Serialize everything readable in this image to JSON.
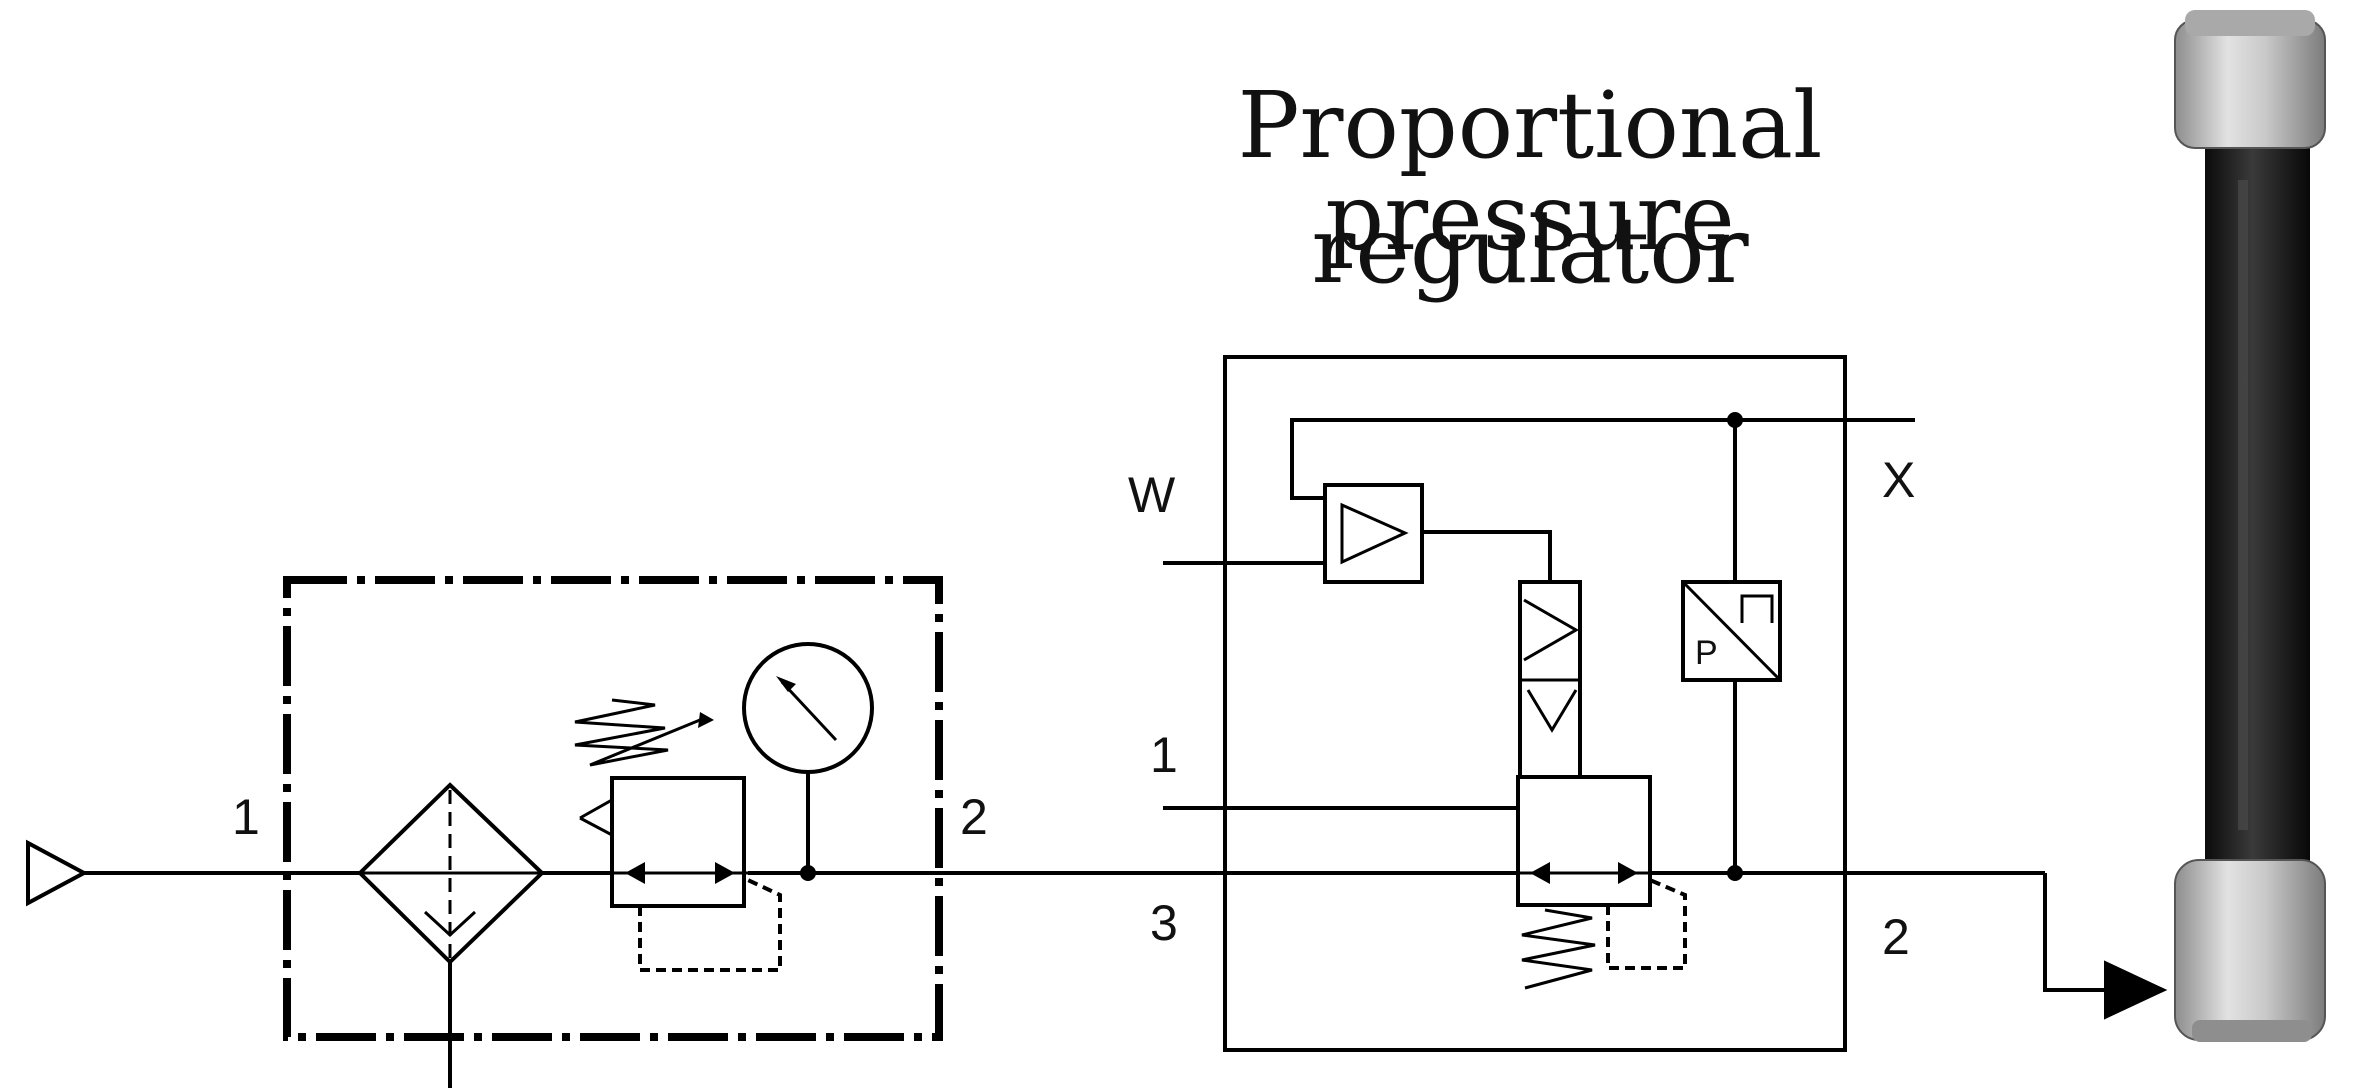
{
  "title": {
    "line1": "Proportional pressure",
    "line2": "regulator"
  },
  "frl_unit": {
    "port_in": "1",
    "port_out": "2"
  },
  "regulator": {
    "port_w": "W",
    "port_x": "X",
    "port_1": "1",
    "port_3": "3",
    "port_2": "2",
    "sensor_p": "P"
  },
  "colors": {
    "line": "#000000",
    "background": "#ffffff",
    "cylinder_body": "#1a1a1a",
    "cylinder_cap": "#b9b9b9"
  }
}
